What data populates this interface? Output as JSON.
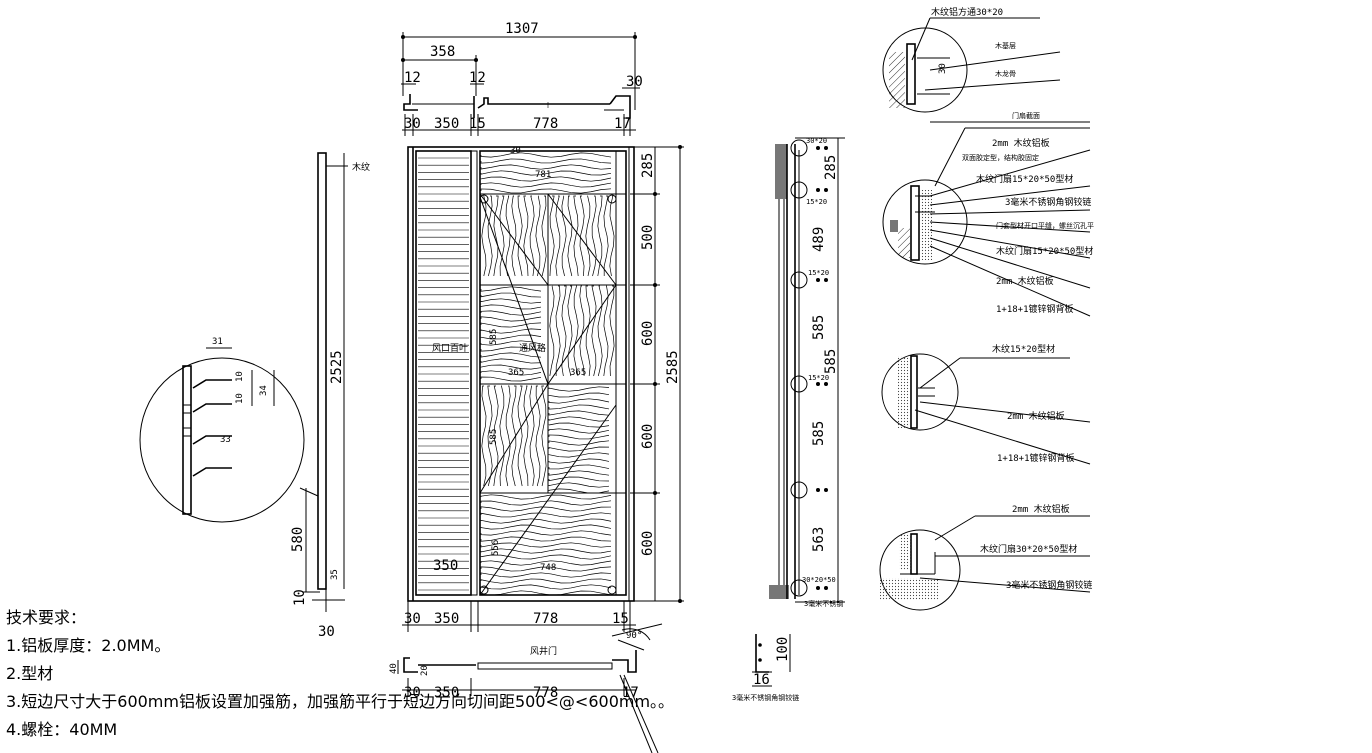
{
  "dimensions": {
    "top_overall": "1307",
    "top_left": "358",
    "top_12a": "12",
    "top_12b": "12",
    "top_30": "30",
    "row2_30": "30",
    "row2_350": "350",
    "row2_15": "15",
    "row2_778": "778",
    "row2_17": "17",
    "right_285": "285",
    "right_500": "500",
    "right_600a": "600",
    "right_600b": "600",
    "right_600c": "600",
    "right_total": "2585",
    "panel_781": "781",
    "panel_748": "748",
    "panel_365a": "365",
    "panel_365b": "365",
    "panel_585a": "585",
    "panel_585b": "585",
    "panel_556": "556",
    "panel_30": "30",
    "bot_350a": "350",
    "bot_350b": "350",
    "bot_778a": "778",
    "bot_778b": "778",
    "bot_30": "30",
    "bot_15": "15",
    "bot_17": "17",
    "bot_40": "40",
    "bot_20": "20",
    "angle": "90°",
    "side_2525": "2525",
    "side_580": "580",
    "side_10": "10",
    "side_30": "30",
    "side_35": "35",
    "louver_31": "31",
    "louver_10a": "10",
    "louver_10b": "10",
    "louver_34": "34",
    "louver_33": "33",
    "sect_285": "285",
    "sect_489": "489",
    "sect_585a": "585",
    "sect_585b": "585",
    "sect_585c": "585",
    "sect_563": "563",
    "sect_30": "30",
    "hinge_16": "16",
    "hinge_100": "100"
  },
  "labels": {
    "wood_grain": "木纹",
    "vent_door": "风井门",
    "louver_a": "风口百叶",
    "louver_b": "通风格",
    "hinge_caption": "3毫米不锈钢角钢铰链",
    "sect_a": "30*20",
    "sect_b": "15*20",
    "sect_c": "15*20",
    "sect_d": "15*20",
    "sect_e": "30*20*50",
    "sect_f": "3毫米不锈钢"
  },
  "callouts": {
    "c1_title": "木纹铝方通30*20",
    "c1_a": "木基层",
    "c1_b": "木龙骨",
    "c2_title": "门扇截面",
    "c2_a": "2mm 木纹铝板",
    "c2_b": "双面胶定型，结构胶固定",
    "c2_c": "木纹门扇15*20*50型材",
    "c2_d": "3毫米不锈钢角钢铰链",
    "c2_e": "门套型材开口平缝，螺丝沉孔平",
    "c2_f": "木纹门扇15*20*50型材",
    "c2_g": "2mm 木纹铝板",
    "c2_h": "1+18+1镀锌钢背板",
    "c3_title": "木纹15*20型材",
    "c3_a": "2mm 木纹铝板",
    "c3_b": "1+18+1镀锌钢背板",
    "c4_a": "2mm 木纹铝板",
    "c4_b": "木纹门扇30*20*50型材",
    "c4_c": "3毫米不锈钢角钢铰链"
  },
  "notes": {
    "title": "技术要求：",
    "item1": "1.铝板厚度：2.0MM。",
    "item2": "2.型材",
    "item3": "3.短边尺寸大于600mm铝板设置加强筋，加强筋平行于短边方向切间距500<@<600mm。。",
    "item4": "4.螺栓：40MM"
  }
}
